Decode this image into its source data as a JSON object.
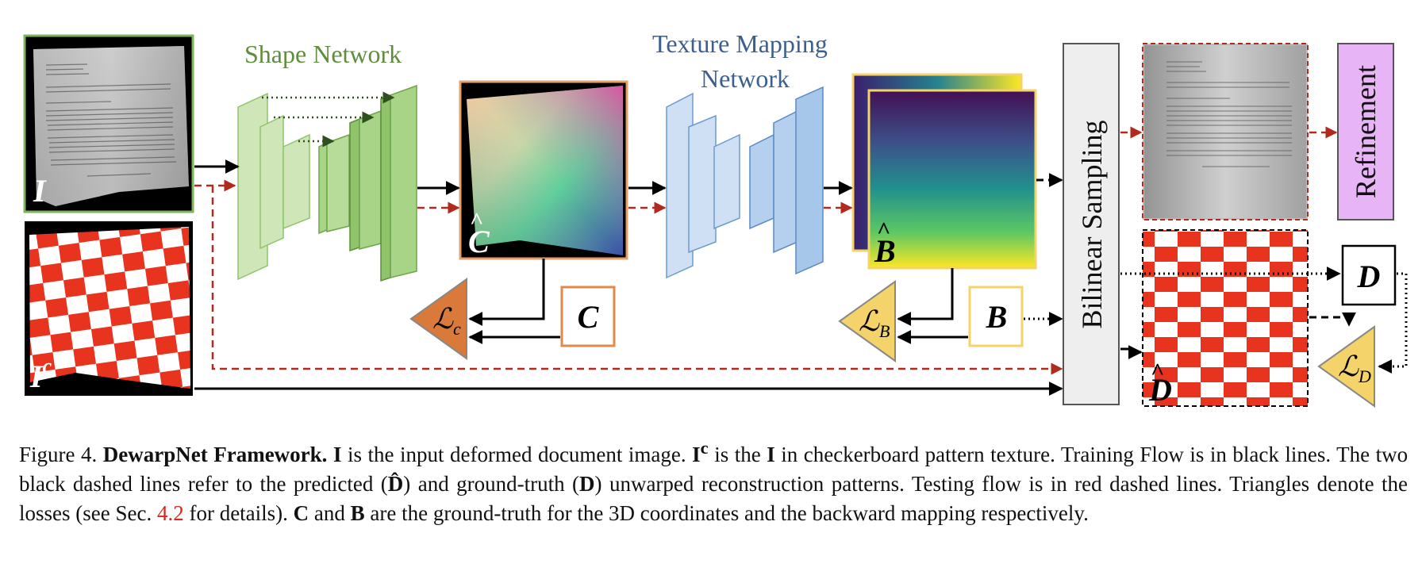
{
  "diagram": {
    "shape_network_label": "Shape Network",
    "texture_network_label_line1": "Texture Mapping",
    "texture_network_label_line2": "Network",
    "bilinear_label": "Bilinear Sampling",
    "refinement_label": "Refinement",
    "input_image_label": "I",
    "input_checker_label": "I",
    "input_checker_sup": "c",
    "pred_coords_label": "C",
    "gt_coords_label": "C",
    "pred_backward_label": "B",
    "gt_backward_label": "B",
    "pred_unwarp_label": "D",
    "gt_unwarp_label": "D",
    "loss_c": "ℒ",
    "loss_c_sub": "c",
    "loss_b": "ℒ",
    "loss_b_sub": "B",
    "loss_d": "ℒ",
    "loss_d_sub": "D",
    "colors": {
      "shape_green": "#8fc46a",
      "shape_green_light": "#cfe6b8",
      "texture_blue": "#9ec1e6",
      "texture_blue_light": "#cfe0f4",
      "coord_orange": "#d97a3a",
      "backward_yellow": "#f4d36b",
      "refine_purple": "#e7b5f5",
      "test_red": "#b22a1e",
      "checker_red": "#e8331f",
      "shape_label_green": "#5f8d3b",
      "texture_label_blue": "#3b5f8f"
    }
  },
  "caption": {
    "fig": "Figure 4.",
    "title": "DewarpNet Framework.",
    "s1_a": "I",
    "s1_b": "is the input deformed document image.",
    "s2_a": "I",
    "s2_sup": "c",
    "s2_b": "is the",
    "s2_c": "I",
    "s2_d": "in checkerboard pattern texture. Training Flow is in black lines. The two black dashed lines refer to the predicted (",
    "s2_dhat": "D̂",
    "s2_e": ") and ground-truth (",
    "s2_dgt": "D",
    "s2_f": ") unwarped reconstruction patterns. Testing flow is in red dashed lines. Triangles denote the losses (see Sec.",
    "ref": "4.2",
    "s3_a": "for details).",
    "s3_c": "C",
    "s3_b": "and",
    "s3_bb": "B",
    "s3_d": "are the ground-truth for the 3D coordinates and the backward mapping respectively."
  }
}
